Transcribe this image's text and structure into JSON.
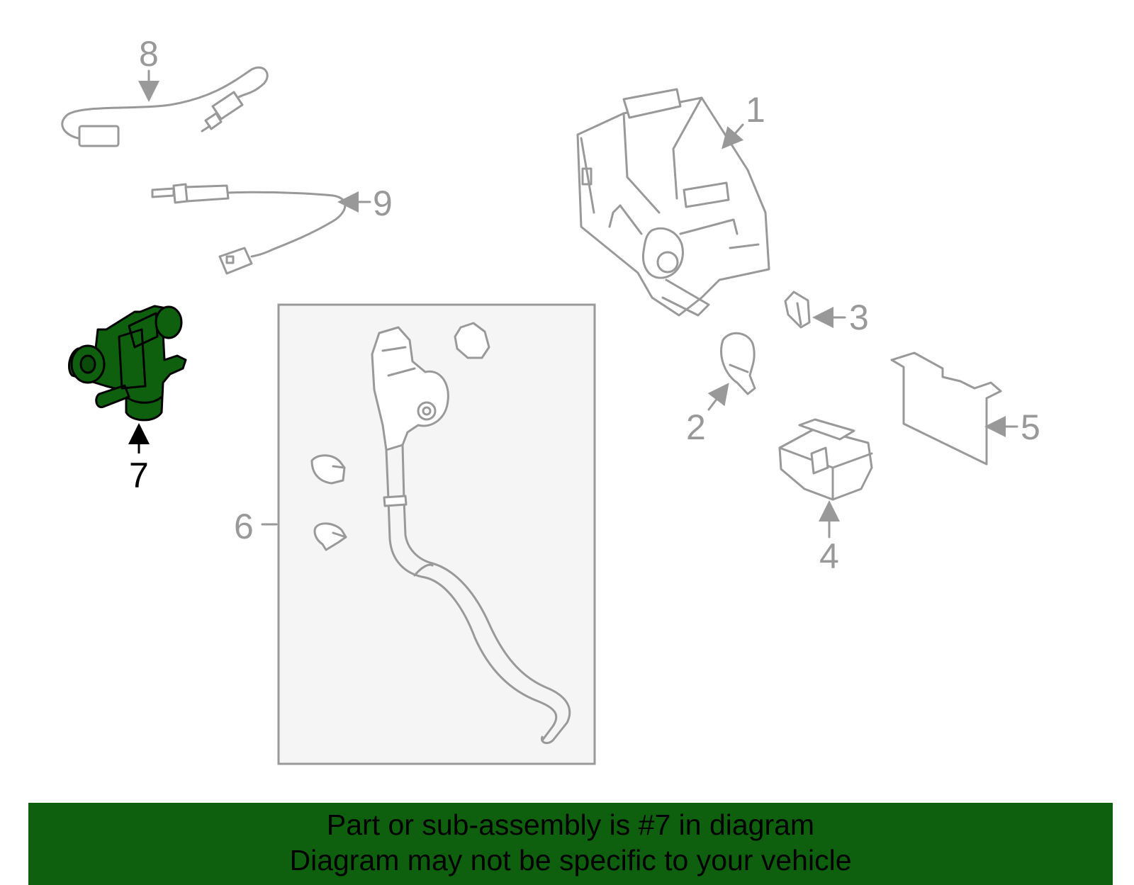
{
  "callouts": {
    "c1": "1",
    "c2": "2",
    "c3": "3",
    "c4": "4",
    "c5": "5",
    "c6": "6",
    "c7": "7",
    "c8": "8",
    "c9": "9"
  },
  "highlight_color": "#0e600e",
  "line_color": "#999999",
  "banner": {
    "line1": "Part or sub-assembly is #7 in diagram",
    "line2": "Diagram may not be specific to your vehicle"
  }
}
